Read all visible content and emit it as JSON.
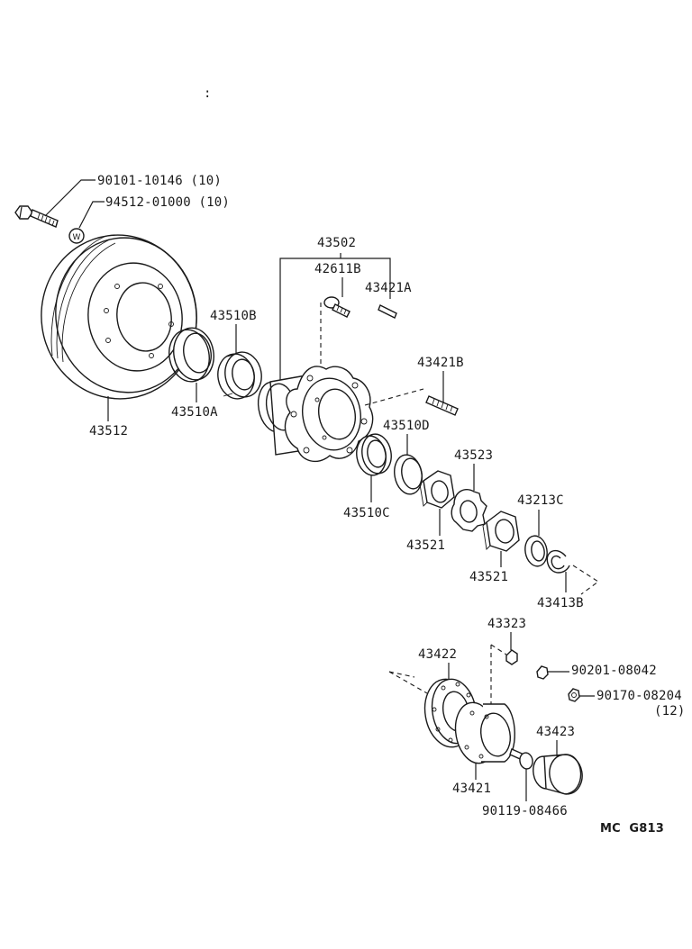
{
  "stray_mark": ":",
  "drawing_code": "MC  G813",
  "labels": {
    "p90101": "90101-10146 (10)",
    "p94512": "94512-01000 (10)",
    "p43512": "43512",
    "p43510b": "43510B",
    "p43510a": "43510A",
    "p43502": "43502",
    "p42611b": "42611B",
    "p43421a": "43421A",
    "p43421b": "43421B",
    "p43510d": "43510D",
    "p43510c": "43510C",
    "p43523": "43523",
    "p43521a": "43521",
    "p43521b": "43521",
    "p43213c": "43213C",
    "p43413b": "43413B",
    "p43323": "43323",
    "p90201": "90201-08042",
    "p90170": "90170-08204",
    "p90170qty": "(12)",
    "p43422": "43422",
    "p43423": "43423",
    "p43421": "43421",
    "p90119": "90119-08466"
  },
  "washer_mark": "W",
  "line_color": "#1a1a1a"
}
